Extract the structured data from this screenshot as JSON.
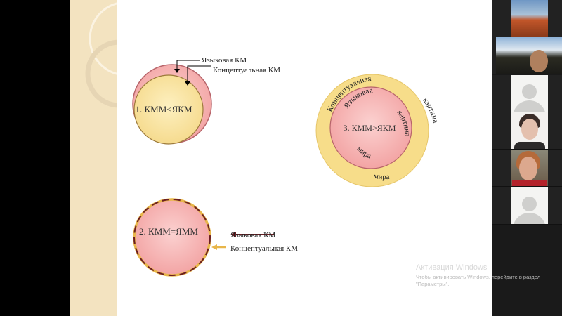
{
  "slide": {
    "diagram1": {
      "label": "1. КММ<ЯКМ",
      "arrow1": "Языковая КМ",
      "arrow2": "Концептуальная КМ"
    },
    "diagram2": {
      "label": "2. КММ=ЯММ",
      "arrow1": "Языковая КМ",
      "arrow2": "Концептуальная КМ"
    },
    "diagram3": {
      "label": "3. КММ>ЯКМ",
      "outer_top": "Концептуальная",
      "outer_right": "картина",
      "outer_bottom": "мира",
      "inner_top": "Языковая",
      "inner_right": "картина",
      "inner_bottom": "мира"
    }
  },
  "watermark": {
    "title": "Активация Windows",
    "line1": "Чтобы активировать Windows, перейдите в раздел",
    "line2": "\"Параметры\"."
  },
  "participants": [
    {
      "type": "landscape-photo"
    },
    {
      "type": "video"
    },
    {
      "type": "avatar-placeholder"
    },
    {
      "type": "photo"
    },
    {
      "type": "video"
    },
    {
      "type": "avatar-placeholder"
    }
  ],
  "colors": {
    "pink": "#f4a7a6",
    "yellow": "#f8e08c",
    "maroon": "#6b1e22",
    "gold": "#e8b64a"
  }
}
